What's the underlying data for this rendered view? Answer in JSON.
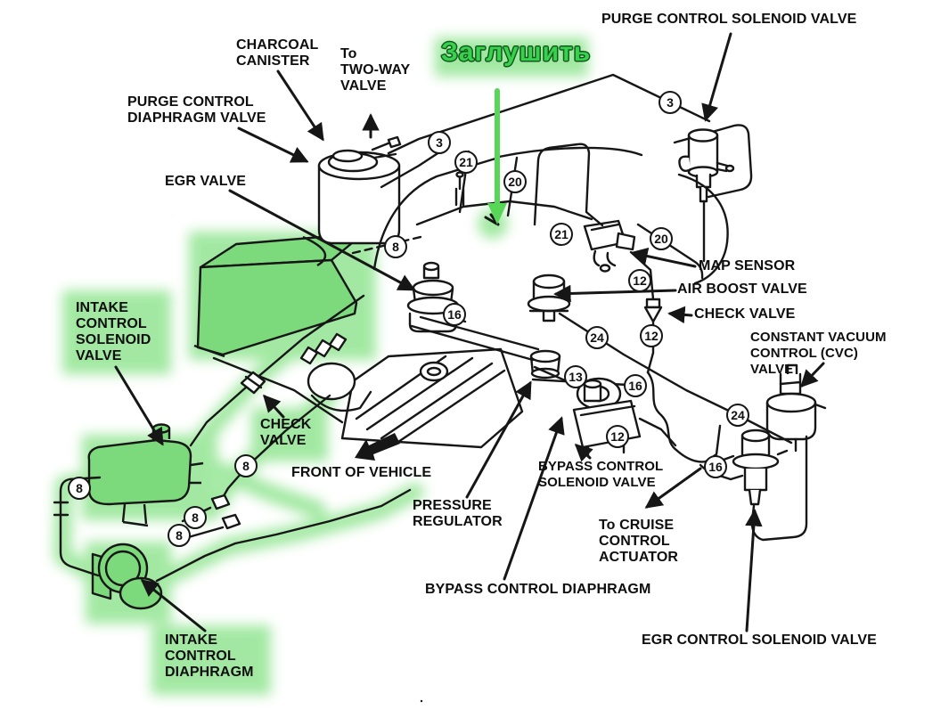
{
  "annotation": {
    "text": "Заглушить",
    "color": "#38d04c",
    "meaning": "plug / block off"
  },
  "colors": {
    "highlight_fill": "#7cd97c",
    "highlight_glow": "#98e698",
    "line": "#161616",
    "background": "#ffffff"
  },
  "labels": [
    {
      "id": "purge-control-solenoid-valve",
      "text": "PURGE CONTROL SOLENOID VALVE",
      "highlighted": false
    },
    {
      "id": "charcoal-canister",
      "text": "CHARCOAL\nCANISTER",
      "highlighted": false
    },
    {
      "id": "to-two-way-valve",
      "text": "To\nTWO-WAY\nVALVE",
      "highlighted": false
    },
    {
      "id": "purge-control-diaphragm-valve",
      "text": "PURGE CONTROL\nDIAPHRAGM VALVE",
      "highlighted": false
    },
    {
      "id": "egr-valve",
      "text": "EGR VALVE",
      "highlighted": false
    },
    {
      "id": "map-sensor",
      "text": "MAP SENSOR",
      "highlighted": false
    },
    {
      "id": "air-boost-valve",
      "text": "AIR BOOST VALVE",
      "highlighted": false
    },
    {
      "id": "check-valve-right",
      "text": "CHECK VALVE",
      "highlighted": false
    },
    {
      "id": "constant-vacuum-control-cvc-valve",
      "text": "CONSTANT VACUUM\nCONTROL (CVC)\nVALVE",
      "highlighted": false
    },
    {
      "id": "intake-control-solenoid-valve",
      "text": "INTAKE\nCONTROL\nSOLENOID\nVALVE",
      "highlighted": true
    },
    {
      "id": "check-valve-left",
      "text": "CHECK\nVALVE",
      "highlighted": true
    },
    {
      "id": "front-of-vehicle",
      "text": "FRONT OF VEHICLE",
      "highlighted": false
    },
    {
      "id": "bypass-control-solenoid-valve",
      "text": "BYPASS CONTROL\nSOLENOID VALVE",
      "highlighted": false
    },
    {
      "id": "pressure-regulator",
      "text": "PRESSURE\nREGULATOR",
      "highlighted": false
    },
    {
      "id": "to-cruise-control-actuator",
      "text": "To CRUISE\nCONTROL\nACTUATOR",
      "highlighted": false
    },
    {
      "id": "bypass-control-diaphragm",
      "text": "BYPASS CONTROL DIAPHRAGM",
      "highlighted": false
    },
    {
      "id": "intake-control-diaphragm",
      "text": "INTAKE\nCONTROL\nDIAPHRAGM",
      "highlighted": true
    },
    {
      "id": "egr-control-solenoid-valve",
      "text": "EGR CONTROL SOLENOID VALVE",
      "highlighted": false
    }
  ],
  "hose_numbers": [
    "3",
    "3",
    "21",
    "20",
    "21",
    "20",
    "8",
    "12",
    "16",
    "24",
    "12",
    "13",
    "16",
    "24",
    "12",
    "16",
    "8",
    "8",
    "8",
    "8"
  ]
}
